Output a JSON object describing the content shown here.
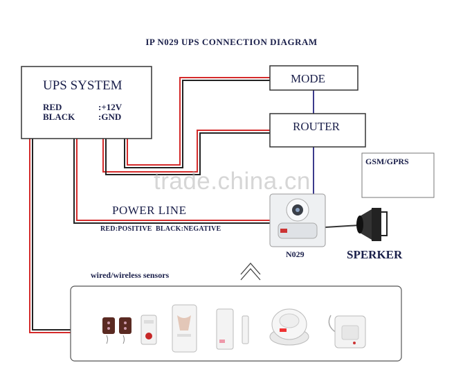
{
  "title": "IP N029 UPS CONNECTION DIAGRAM",
  "ups": {
    "name": "UPS SYSTEM",
    "red_label": "RED",
    "black_label": "BLACK",
    "red_value": ":+12V",
    "black_value": ":GND"
  },
  "mode_label": "MODE",
  "router_label": "ROUTER",
  "gsm_label": "GSM/GPRS",
  "power_line": {
    "label": "POWER LINE",
    "polarity": "RED:POSITIVE  BLACK:NEGATIVE"
  },
  "camera_label": "N029",
  "speaker_label": "SPERKER",
  "sensors_label": "wired/wireless sensors",
  "watermark": "trade.china.cn",
  "colors": {
    "red_wire": "#d42a2a",
    "black_wire": "#222222",
    "link_line": "#3b3a8c",
    "text": "#1a1f4a"
  }
}
